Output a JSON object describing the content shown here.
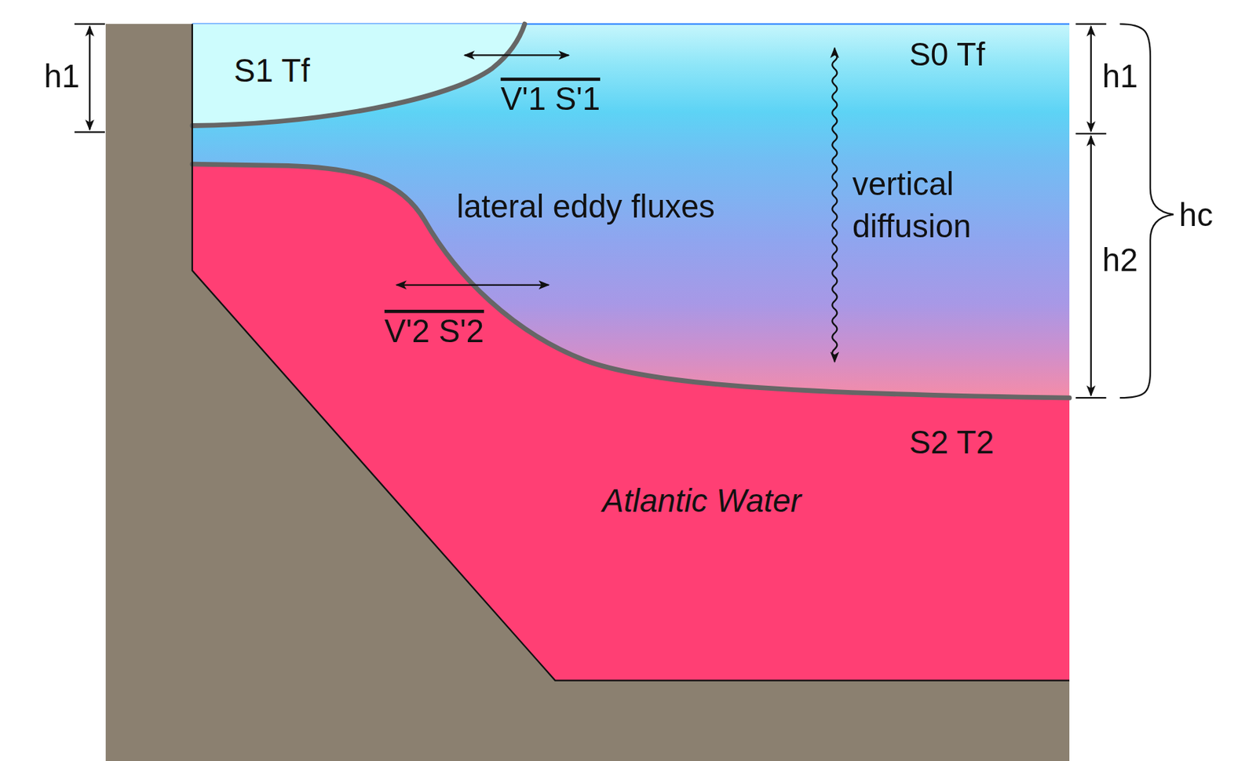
{
  "diagram": {
    "nodes": [
      {
        "text": [
          "S1 Tf"
        ]
      },
      {
        "text": [
          "S2 T2",
          "Atlantic Water"
        ]
      }
    ],
    "labels": [
      "h1",
      "V'1 S'1",
      "S0 Tf",
      "h1",
      "lateral eddy fluxes",
      "vertical diffusion",
      "h2",
      "hc",
      "V'2 S'2"
    ]
  }
}
